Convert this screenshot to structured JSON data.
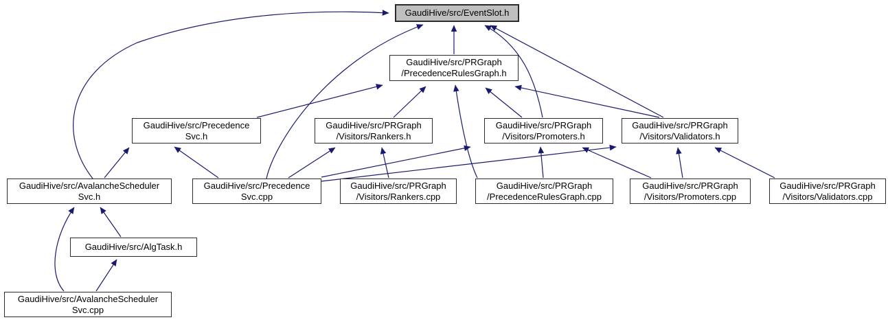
{
  "diagram": {
    "kind": "include-dependency-graph",
    "root_file": "GaudiHive/src/EventSlot.h",
    "edge_semantics": "arrow points from the including file to the included file",
    "colors": {
      "edge": "#191970",
      "root_node_fill": "#bfbfbf",
      "node_fill": "#ffffff",
      "node_border": "#2b2b2b",
      "text": "#000000",
      "background": "#ffffff"
    },
    "nodes": [
      {
        "id": "eventslot_h",
        "label": "GaudiHive/src/EventSlot.h",
        "highlighted": true
      },
      {
        "id": "prgraph_h",
        "label": "GaudiHive/src/PRGraph\n/PrecedenceRulesGraph.h"
      },
      {
        "id": "precedence_svc_h",
        "label": "GaudiHive/src/Precedence\nSvc.h"
      },
      {
        "id": "rankers_h",
        "label": "GaudiHive/src/PRGraph\n/Visitors/Rankers.h"
      },
      {
        "id": "promoters_h",
        "label": "GaudiHive/src/PRGraph\n/Visitors/Promoters.h"
      },
      {
        "id": "validators_h",
        "label": "GaudiHive/src/PRGraph\n/Visitors/Validators.h"
      },
      {
        "id": "avalanche_svc_h",
        "label": "GaudiHive/src/AvalancheScheduler\nSvc.h"
      },
      {
        "id": "precedence_svc_cpp",
        "label": "GaudiHive/src/Precedence\nSvc.cpp"
      },
      {
        "id": "rankers_cpp",
        "label": "GaudiHive/src/PRGraph\n/Visitors/Rankers.cpp"
      },
      {
        "id": "prgraph_cpp",
        "label": "GaudiHive/src/PRGraph\n/PrecedenceRulesGraph.cpp"
      },
      {
        "id": "promoters_cpp",
        "label": "GaudiHive/src/PRGraph\n/Visitors/Promoters.cpp"
      },
      {
        "id": "validators_cpp",
        "label": "GaudiHive/src/PRGraph\n/Visitors/Validators.cpp"
      },
      {
        "id": "algtask_h",
        "label": "GaudiHive/src/AlgTask.h"
      },
      {
        "id": "avalanche_svc_cpp",
        "label": "GaudiHive/src/AvalancheScheduler\nSvc.cpp"
      }
    ],
    "edges": [
      {
        "from": "avalanche_svc_h",
        "to": "eventslot_h"
      },
      {
        "from": "precedence_svc_cpp",
        "to": "eventslot_h"
      },
      {
        "from": "prgraph_h",
        "to": "eventslot_h"
      },
      {
        "from": "promoters_h",
        "to": "eventslot_h"
      },
      {
        "from": "validators_h",
        "to": "eventslot_h"
      },
      {
        "from": "precedence_svc_h",
        "to": "prgraph_h"
      },
      {
        "from": "rankers_h",
        "to": "prgraph_h"
      },
      {
        "from": "prgraph_cpp",
        "to": "prgraph_h"
      },
      {
        "from": "promoters_h",
        "to": "prgraph_h"
      },
      {
        "from": "validators_h",
        "to": "prgraph_h"
      },
      {
        "from": "avalanche_svc_h",
        "to": "precedence_svc_h"
      },
      {
        "from": "precedence_svc_cpp",
        "to": "precedence_svc_h"
      },
      {
        "from": "precedence_svc_cpp",
        "to": "rankers_h"
      },
      {
        "from": "rankers_cpp",
        "to": "rankers_h"
      },
      {
        "from": "precedence_svc_cpp",
        "to": "promoters_h"
      },
      {
        "from": "prgraph_cpp",
        "to": "promoters_h"
      },
      {
        "from": "promoters_cpp",
        "to": "promoters_h"
      },
      {
        "from": "precedence_svc_cpp",
        "to": "validators_h"
      },
      {
        "from": "promoters_cpp",
        "to": "validators_h"
      },
      {
        "from": "validators_cpp",
        "to": "validators_h"
      },
      {
        "from": "algtask_h",
        "to": "avalanche_svc_h"
      },
      {
        "from": "avalanche_svc_cpp",
        "to": "avalanche_svc_h"
      },
      {
        "from": "avalanche_svc_cpp",
        "to": "algtask_h"
      }
    ]
  }
}
